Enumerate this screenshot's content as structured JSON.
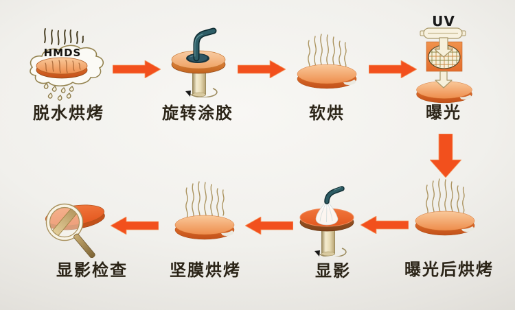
{
  "diagram": {
    "arrow_color": "#f2501d",
    "label_color": "#2b2417",
    "background_center": "#f8f7f4",
    "background_edge": "#d6d3cd"
  },
  "steps": [
    {
      "key": "dehydration-bake",
      "label": "脱水烘烤",
      "annotation": "HMDS"
    },
    {
      "key": "spin-coating",
      "label": "旋转涂胶"
    },
    {
      "key": "soft-bake",
      "label": "软烘"
    },
    {
      "key": "exposure",
      "label": "曝光",
      "annotation": "UV"
    },
    {
      "key": "post-exposure-bake",
      "label": "曝光后烘烤"
    },
    {
      "key": "development",
      "label": "显影"
    },
    {
      "key": "hard-bake",
      "label": "坚膜烘烤"
    },
    {
      "key": "development-inspection",
      "label": "显影检查"
    }
  ]
}
